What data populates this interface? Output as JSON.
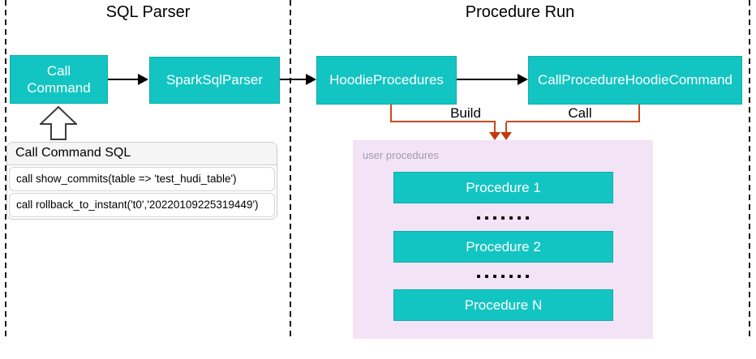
{
  "sections": {
    "sql_parser_title": "SQL Parser",
    "procedure_run_title": "Procedure Run"
  },
  "nodes": {
    "call_command": "Call Command",
    "spark_sql_parser": "SparkSqlParser",
    "hoodie_procedures": "HoodieProcedures",
    "call_procedure_hoodie_command": "CallProcedureHoodieCommand"
  },
  "sql_panel": {
    "title": "Call Command SQL",
    "rows": [
      "call show_commits(table => 'test_hudi_table')",
      "call rollback_to_instant('t0','20220109225319449')"
    ]
  },
  "edges": {
    "build_label": "Build",
    "call_label": "Call"
  },
  "user_procedures": {
    "label": "user procedures",
    "items": [
      "Procedure 1",
      "Procedure 2",
      "Procedure N"
    ]
  },
  "colors": {
    "teal": "#12c5c2",
    "teal_border": "#0fadaa",
    "orange": "#ca481c",
    "orange_head": "#c23a0c",
    "pink": "#f2e3f6",
    "gray_label": "#a29caa"
  }
}
